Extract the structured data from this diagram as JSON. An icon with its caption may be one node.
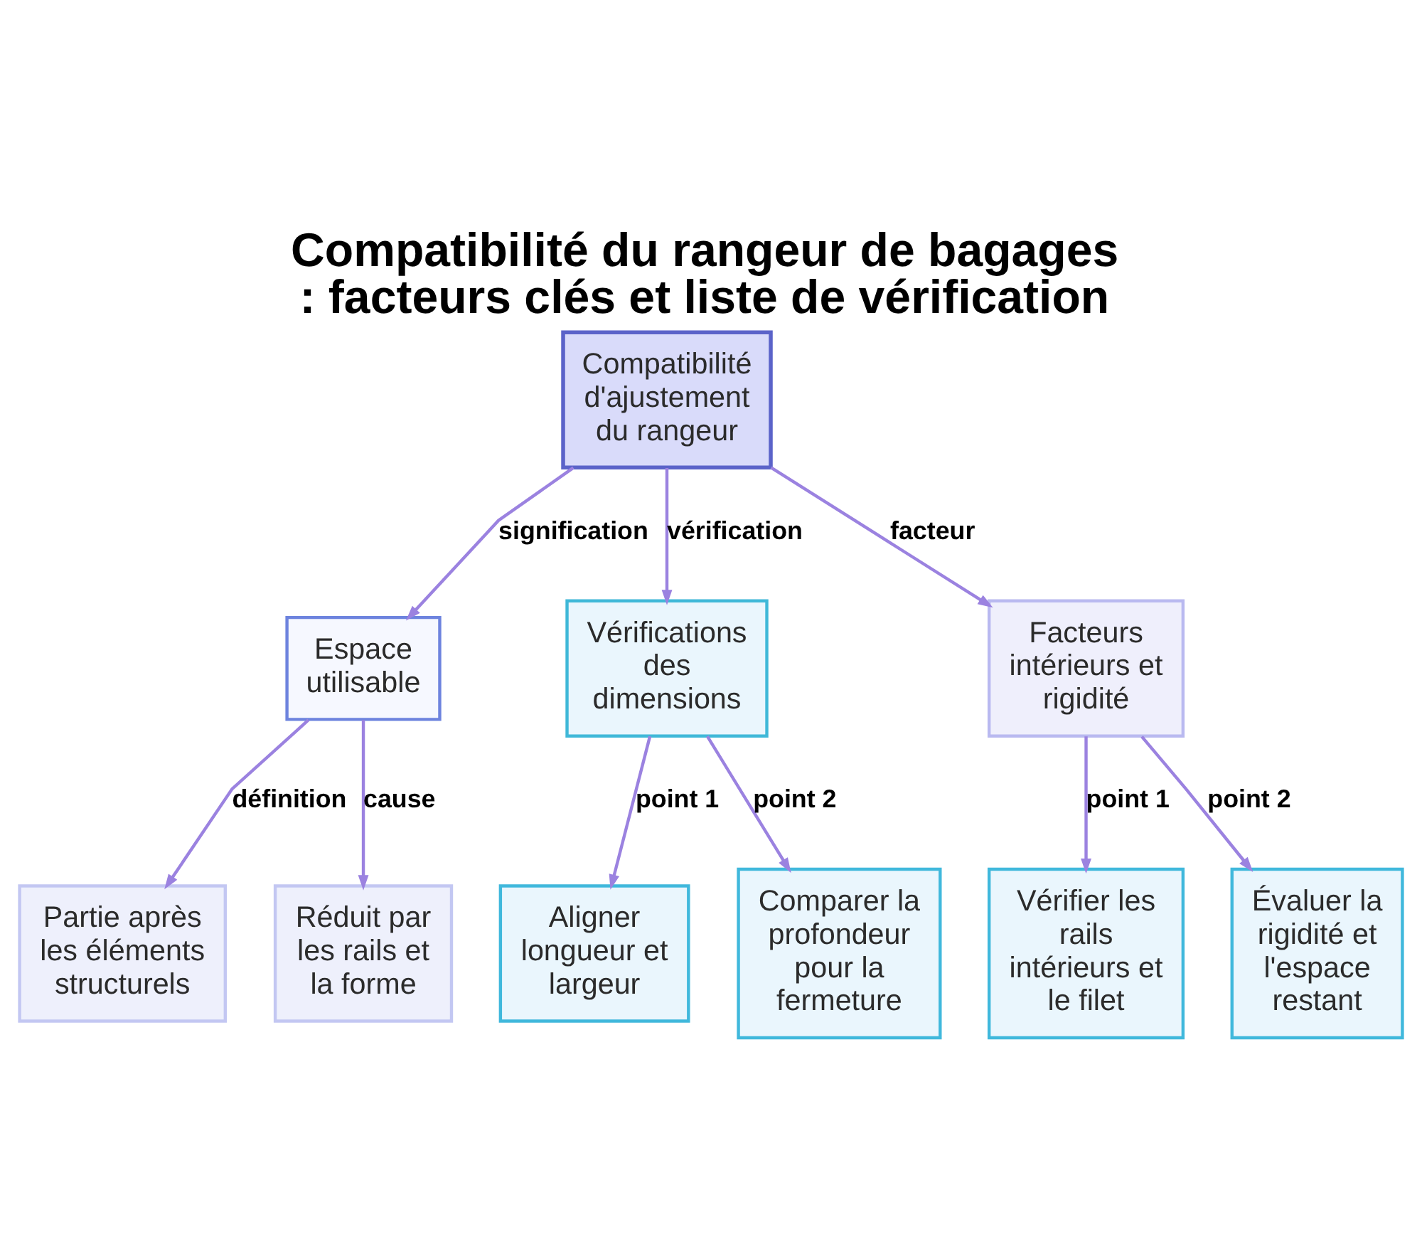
{
  "diagram": {
    "title": "Compatibilité du rangeur de bagages : facteurs clés et liste de vérification",
    "nodes": [
      {
        "text": [
          "Compatibilité d'ajustement du rangeur"
        ]
      },
      {
        "text": [
          "Espace utilisable"
        ]
      },
      {
        "text": [
          "Vérifications des dimensions"
        ]
      },
      {
        "text": [
          "Facteurs intérieurs et rigidité"
        ]
      },
      {
        "text": [
          "Partie après les éléments structurels"
        ]
      },
      {
        "text": [
          "Réduit par les rails et la forme"
        ]
      },
      {
        "text": [
          "Aligner longueur et largeur"
        ]
      },
      {
        "text": [
          "Comparer la profondeur pour la fermeture"
        ]
      },
      {
        "text": [
          "Vérifier les rails intérieurs et le filet"
        ]
      },
      {
        "text": [
          "Évaluer la rigidité et l'espace restant"
        ]
      }
    ],
    "edges": [
      {
        "from": 0,
        "to": 1,
        "arrow": "to",
        "label": "signification"
      },
      {
        "from": 0,
        "to": 2,
        "arrow": "to",
        "label": "vérification"
      },
      {
        "from": 0,
        "to": 3,
        "arrow": "to",
        "label": "facteur"
      },
      {
        "from": 1,
        "to": 4,
        "arrow": "to",
        "label": "définition"
      },
      {
        "from": 1,
        "to": 5,
        "arrow": "to",
        "label": "cause"
      },
      {
        "from": 2,
        "to": 6,
        "arrow": "to",
        "label": "point 1"
      },
      {
        "from": 2,
        "to": 7,
        "arrow": "to",
        "label": "point 2"
      },
      {
        "from": 3,
        "to": 8,
        "arrow": "to",
        "label": "point 1"
      },
      {
        "from": 3,
        "to": 9,
        "arrow": "to",
        "label": "point 2"
      }
    ]
  }
}
